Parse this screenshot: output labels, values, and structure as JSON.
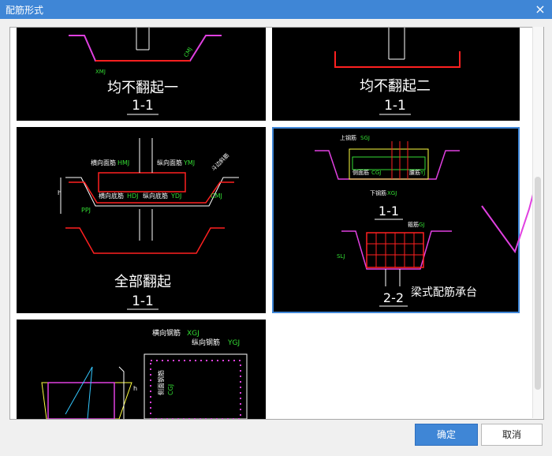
{
  "window": {
    "title": "配筋形式",
    "close_glyph": "×"
  },
  "tiles": [
    {
      "caption": "均不翻起一",
      "section": "1-1"
    },
    {
      "caption": "均不翻起二",
      "section": "1-1"
    },
    {
      "caption": "全部翻起",
      "section": "1-1",
      "labels": {
        "top_h": "横向面筋",
        "top_h_code": "HMJ",
        "top_v": "纵向面筋",
        "top_v_code": "YMJ",
        "bot_h": "横向底筋",
        "bot_h_code": "HDJ",
        "bot_v": "纵向底筋",
        "bot_v_code": "YDJ",
        "side1": "CMJ",
        "side2": "PPJ",
        "dim": "h",
        "slope": "斗边斜筋"
      }
    },
    {
      "caption": "梁式配筋承台",
      "section_a": "1-1",
      "section_b": "2-2",
      "selected": true,
      "labels": {
        "top": "上钢筋",
        "top_code": "SGJ",
        "side": "侧面筋",
        "side_code": "CGJ",
        "mid": "腰筋",
        "mid_code": "YJ",
        "bot": "下钢筋",
        "bot_code": "XGJ",
        "stirrup": "箍筋",
        "stirrup_code": "GJ",
        "left_code": "SLJ"
      }
    },
    {
      "caption": "",
      "labels": {
        "h": "横向钢筋",
        "h_code": "XGJ",
        "v": "纵向钢筋",
        "v_code": "YGJ",
        "side": "侧面钢筋",
        "side_code": "CGJ",
        "dim": "h"
      }
    }
  ],
  "buttons": {
    "ok": "确定",
    "cancel": "取消"
  },
  "colors": {
    "accent": "#3f86d6",
    "tile_bg": "#000000",
    "magenta": "#e040e0",
    "red": "#ff2020",
    "white": "#ffffff",
    "green": "#33dd33",
    "yellow": "#ffff40"
  }
}
